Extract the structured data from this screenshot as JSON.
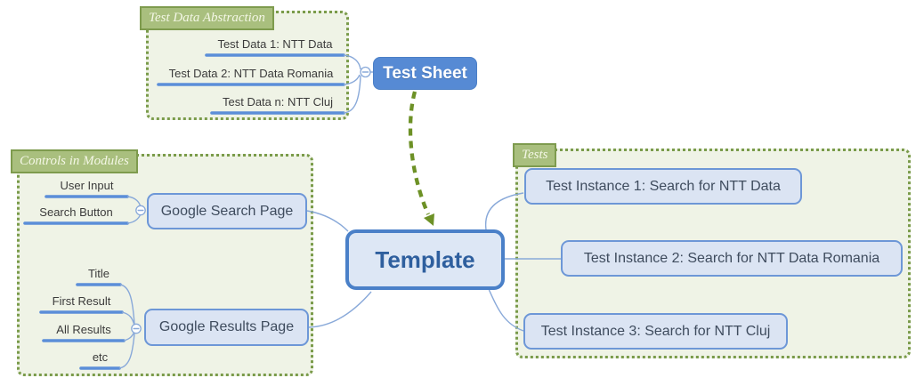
{
  "diagram": {
    "central_node": "Template",
    "test_sheet_node": "Test Sheet",
    "groups": {
      "test_data": {
        "title": "Test Data Abstraction",
        "items": [
          "Test Data 1: NTT Data",
          "Test Data 2: NTT Data Romania",
          "Test Data n: NTT Cluj"
        ]
      },
      "controls": {
        "title": "Controls in Modules",
        "search_page": {
          "node": "Google Search Page",
          "items": [
            "User Input",
            "Search Button"
          ]
        },
        "results_page": {
          "node": "Google Results Page",
          "items": [
            "Title",
            "First Result",
            "All Results",
            "etc"
          ]
        }
      },
      "tests": {
        "title": "Tests",
        "items": [
          "Test Instance 1: Search for NTT Data",
          "Test Instance 2: Search for NTT Data Romania",
          "Test Instance 3: Search for NTT Cluj"
        ]
      }
    },
    "icons": {
      "collapse_minus": "−"
    }
  },
  "colors": {
    "node_blue_fill": "#568ad4",
    "node_blue_border": "#4b7fc6",
    "light_node_fill": "#dbe4f3",
    "light_node_border": "#6d97d7",
    "template_fill": "#dde7f5",
    "template_border": "#4a80c8",
    "template_text": "#2e5f9e",
    "node_text": "#3f4c5e",
    "item_text": "#3b3b3b",
    "underline_blue": "#5b8ed8",
    "connector_blue": "#89a9d9",
    "group_bg": "#eff3e6",
    "group_border": "#7a9b4a",
    "label_bg": "#a9bf7e",
    "label_border": "#7e9b4e",
    "label_text": "#f4f7e6",
    "arrow_green": "#6d9126"
  }
}
